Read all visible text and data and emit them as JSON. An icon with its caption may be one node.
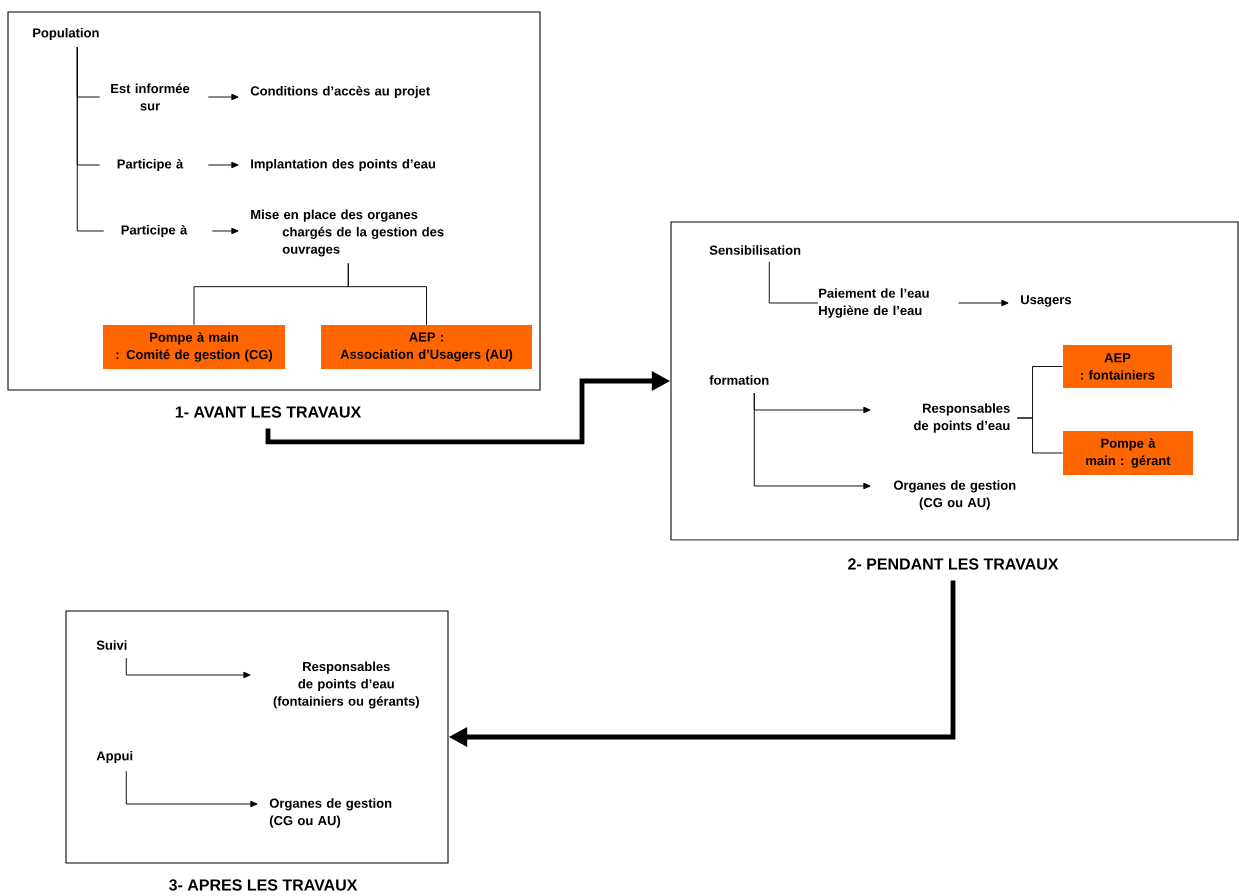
{
  "diagram": {
    "nodes": [
      {
        "text": [
          "1- AVANT LES TRAVAUX"
        ]
      },
      {
        "text": [
          "Population"
        ],
        "in": 0
      },
      {
        "text": [
          "Est informée sur"
        ],
        "in": 0
      },
      {
        "text": [
          "Conditions d’accès au projet"
        ],
        "in": 0
      },
      {
        "text": [
          "Participe à"
        ],
        "in": 0
      },
      {
        "text": [
          "Implantation des points d’eau"
        ],
        "in": 0
      },
      {
        "text": [
          "Participe à"
        ],
        "in": 0
      },
      {
        "text": [
          "Mise en place des organes chargés de la gestion des ouvrages"
        ],
        "in": 0
      },
      {
        "text": [
          "Pompe à main : Comité de gestion (CG)"
        ],
        "in": 0
      },
      {
        "text": [
          "AEP : Association d’Usagers (AU)"
        ],
        "in": 0
      },
      {
        "text": [
          "2- PENDANT LES TRAVAUX"
        ]
      },
      {
        "text": [
          "Sensibilisation"
        ],
        "in": 10
      },
      {
        "text": [
          "Paiement de l’eau Hygiène de l’eau"
        ],
        "in": 10
      },
      {
        "text": [
          "Usagers"
        ],
        "in": 10
      },
      {
        "text": [
          "formation"
        ],
        "in": 10
      },
      {
        "text": [
          "Responsables de points d’eau"
        ],
        "in": 10
      },
      {
        "text": [
          "AEP : fontainiers"
        ],
        "in": 10
      },
      {
        "text": [
          "Pompe à main : gérant"
        ],
        "in": 10
      },
      {
        "text": [
          "Organes de gestion (CG ou AU)"
        ],
        "in": 10
      },
      {
        "text": [
          "3- APRES LES TRAVAUX"
        ]
      },
      {
        "text": [
          "Suivi"
        ],
        "in": 19
      },
      {
        "text": [
          "Responsables de points d’eau (fontainiers ou gérants)"
        ],
        "in": 19
      },
      {
        "text": [
          "Appui"
        ],
        "in": 19
      },
      {
        "text": [
          "Organes de gestion (CG ou AU)"
        ],
        "in": 19
      }
    ],
    "edges": [
      {
        "from": 1,
        "to": 2,
        "arrow": "none"
      },
      {
        "from": 1,
        "to": 4,
        "arrow": "none"
      },
      {
        "from": 1,
        "to": 6,
        "arrow": "none"
      },
      {
        "from": 2,
        "to": 3,
        "arrow": "to"
      },
      {
        "from": 4,
        "to": 5,
        "arrow": "to"
      },
      {
        "from": 6,
        "to": 7,
        "arrow": "to"
      },
      {
        "from": 7,
        "to": 8,
        "arrow": "none"
      },
      {
        "from": 7,
        "to": 9,
        "arrow": "none"
      },
      {
        "from": 0,
        "to": 10,
        "arrow": "to",
        "style": "thick"
      },
      {
        "from": 11,
        "to": 12,
        "arrow": "none"
      },
      {
        "from": 12,
        "to": 13,
        "arrow": "to"
      },
      {
        "from": 14,
        "to": 15,
        "arrow": "to"
      },
      {
        "from": 14,
        "to": 18,
        "arrow": "to"
      },
      {
        "from": 15,
        "to": 16,
        "arrow": "none"
      },
      {
        "from": 15,
        "to": 17,
        "arrow": "none"
      },
      {
        "from": 10,
        "to": 19,
        "arrow": "to",
        "style": "thick"
      },
      {
        "from": 20,
        "to": 21,
        "arrow": "to"
      },
      {
        "from": 22,
        "to": 23,
        "arrow": "to"
      }
    ]
  }
}
